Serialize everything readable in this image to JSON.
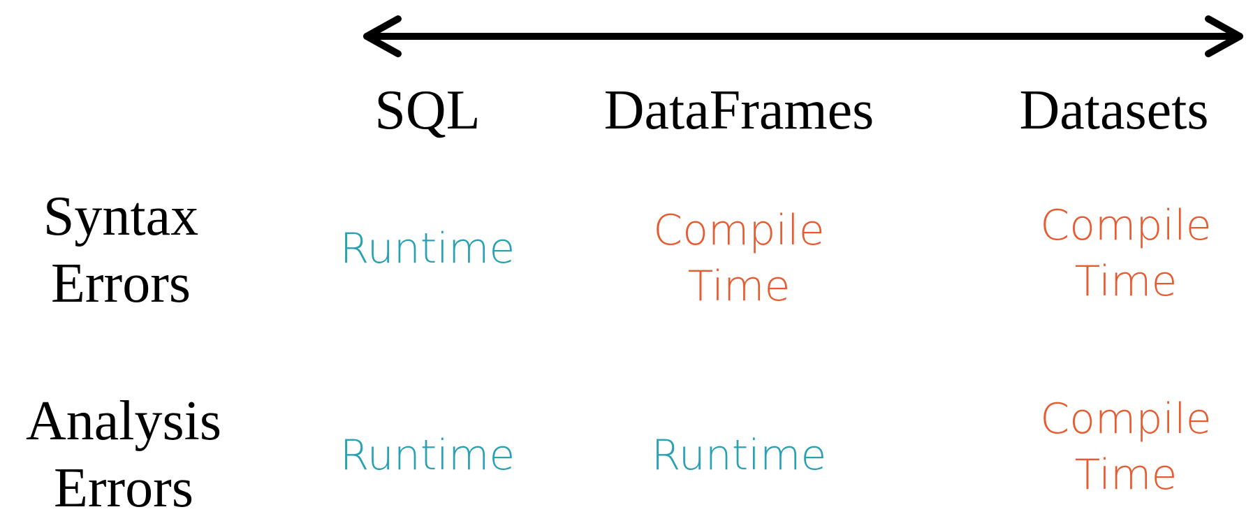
{
  "colors": {
    "runtime": "#2aa0b3",
    "compile_time": "#e85a30",
    "arrow": "#000000"
  },
  "columns": [
    "SQL",
    "DataFrames",
    "Datasets"
  ],
  "rows": [
    {
      "label_lines": [
        "Syntax",
        "Errors"
      ],
      "cells": [
        {
          "kind": "runtime",
          "lines": [
            "Runtime"
          ]
        },
        {
          "kind": "compile_time",
          "lines": [
            "Compile",
            "Time"
          ]
        },
        {
          "kind": "compile_time",
          "lines": [
            "Compile",
            "Time"
          ]
        }
      ]
    },
    {
      "label_lines": [
        "Analysis",
        "Errors"
      ],
      "cells": [
        {
          "kind": "runtime",
          "lines": [
            "Runtime"
          ]
        },
        {
          "kind": "runtime",
          "lines": [
            "Runtime"
          ]
        },
        {
          "kind": "compile_time",
          "lines": [
            "Compile",
            "Time"
          ]
        }
      ]
    }
  ]
}
